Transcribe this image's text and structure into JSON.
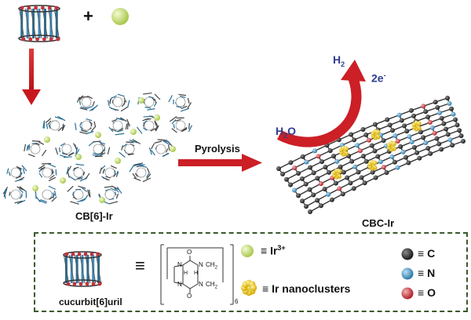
{
  "labels": {
    "plus": "+",
    "cb6_ir": "CB[6]-Ir",
    "pyrolysis": "Pyrolysis",
    "cbc_ir": "CBC-Ir",
    "h2_main": "H",
    "h2_sub": "2",
    "electrons_main": "2e",
    "electrons_sup": "-",
    "h2o_main": "H",
    "h2o_sub": "2",
    "h2o_tail": "O"
  },
  "legend": {
    "equiv": "≡",
    "cucurbituril": "cucurbit[6]uril",
    "ir_ion_main": "Ir",
    "ir_ion_sup": "3+",
    "ir_nanoclusters": "Ir nanoclusters",
    "carbon": "C",
    "nitrogen": "N",
    "oxygen": "O",
    "structure_atoms": [
      "O",
      "O",
      "N",
      "N",
      "N",
      "N",
      "H",
      "H",
      "CH",
      "CH"
    ],
    "structure_subs": [
      "2",
      "2"
    ],
    "structure_n": "6"
  },
  "colors": {
    "ir_ion": "#c9e07a",
    "ir_cluster": "#f2d21a",
    "carbon": "#2b2b2b",
    "nitrogen": "#3f8fc0",
    "oxygen": "#c4323a",
    "arrow_red": "#d0222a",
    "text_blue": "#2f3f8f",
    "frame_green": "#3b5a2a"
  }
}
